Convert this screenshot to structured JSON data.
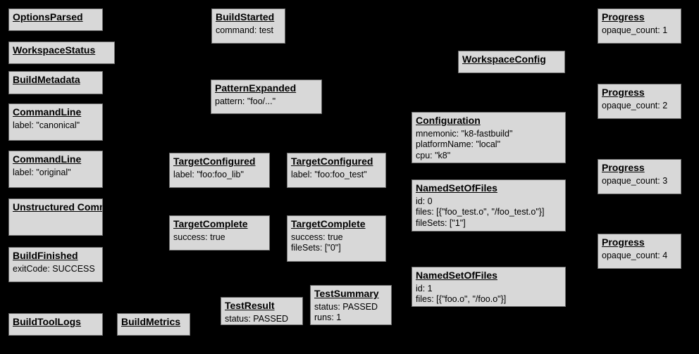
{
  "graph": {
    "background_color": "#000000",
    "node_fill_color": "#d8d8d8",
    "node_border_color": "#6e6e6e",
    "node_text_color": "#000000",
    "nodes": [
      {
        "id": "options-parsed",
        "title": "OptionsParsed",
        "fields": []
      },
      {
        "id": "workspace-status",
        "title": "WorkspaceStatus",
        "fields": []
      },
      {
        "id": "build-metadata",
        "title": "BuildMetadata",
        "fields": []
      },
      {
        "id": "command-line-canonical",
        "title": "CommandLine",
        "fields": [
          "label: \"canonical\""
        ]
      },
      {
        "id": "command-line-original",
        "title": "CommandLine",
        "fields": [
          "label: \"original\""
        ]
      },
      {
        "id": "unstructured-command-line",
        "title": "Unstructured CommandLine",
        "fields": []
      },
      {
        "id": "build-finished",
        "title": "BuildFinished",
        "fields": [
          "exitCode: SUCCESS"
        ]
      },
      {
        "id": "build-tool-logs",
        "title": "BuildToolLogs",
        "fields": []
      },
      {
        "id": "build-metrics",
        "title": "BuildMetrics",
        "fields": []
      },
      {
        "id": "build-started",
        "title": "BuildStarted",
        "fields": [
          "command: test"
        ]
      },
      {
        "id": "pattern-expanded",
        "title": "PatternExpanded",
        "fields": [
          "pattern: \"foo/...\""
        ]
      },
      {
        "id": "target-configured-lib",
        "title": "TargetConfigured",
        "fields": [
          "label: \"foo:foo_lib\""
        ]
      },
      {
        "id": "target-configured-test",
        "title": "TargetConfigured",
        "fields": [
          "label: \"foo:foo_test\""
        ]
      },
      {
        "id": "target-complete-lib",
        "title": "TargetComplete",
        "fields": [
          "success: true"
        ]
      },
      {
        "id": "target-complete-test",
        "title": "TargetComplete",
        "fields": [
          "success: true",
          "fileSets: [\"0\"]"
        ]
      },
      {
        "id": "test-result",
        "title": "TestResult",
        "fields": [
          "status: PASSED"
        ]
      },
      {
        "id": "test-summary",
        "title": "TestSummary",
        "fields": [
          "status: PASSED",
          "runs: 1"
        ]
      },
      {
        "id": "workspace-config",
        "title": "WorkspaceConfig",
        "fields": []
      },
      {
        "id": "configuration",
        "title": "Configuration",
        "fields": [
          "mnemonic: \"k8-fastbuild\"",
          "platformName: \"local\"",
          "cpu: \"k8\""
        ]
      },
      {
        "id": "named-set-of-files-0",
        "title": "NamedSetOfFiles",
        "fields": [
          "id: 0",
          "files: [{\"foo_test.o\", \"/foo_test.o\"}]",
          "fileSets: [\"1\"]"
        ]
      },
      {
        "id": "named-set-of-files-1",
        "title": "NamedSetOfFiles",
        "fields": [
          "id: 1",
          "files: [{\"foo.o\", \"/foo.o\"}]"
        ]
      },
      {
        "id": "progress-1",
        "title": "Progress",
        "fields": [
          "opaque_count: 1"
        ]
      },
      {
        "id": "progress-2",
        "title": "Progress",
        "fields": [
          "opaque_count: 2"
        ]
      },
      {
        "id": "progress-3",
        "title": "Progress",
        "fields": [
          "opaque_count: 3"
        ]
      },
      {
        "id": "progress-4",
        "title": "Progress",
        "fields": [
          "opaque_count: 4"
        ]
      }
    ]
  }
}
